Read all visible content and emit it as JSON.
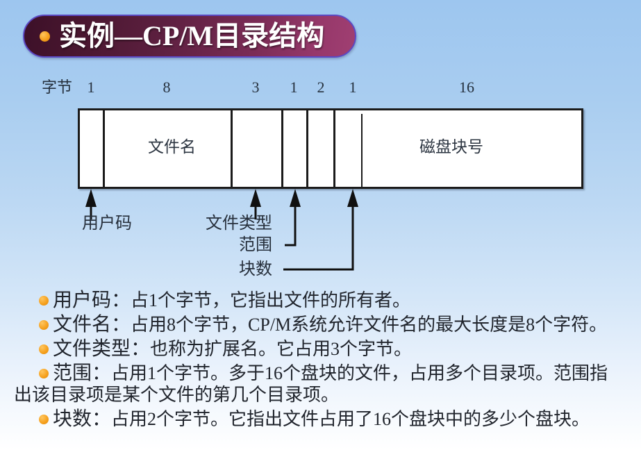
{
  "slide": {
    "title": "实例—CP/M目录结构",
    "title_bullet_icon": "orange-dot-icon",
    "background_top_color": "#9dc6ef",
    "background_bottom_color": "#ffffff",
    "title_pill_color": "#5d2040",
    "title_pill_border_color": "#5b49c4",
    "accent_color": "#f5a01d"
  },
  "diagram": {
    "ruler_caption": "字节",
    "byte_sizes": [
      "1",
      "8",
      "3",
      "1",
      "2",
      "1",
      "16"
    ],
    "cells": [
      {
        "label": "",
        "bytes": "1"
      },
      {
        "label": "文件名",
        "bytes": "8"
      },
      {
        "label": "",
        "bytes": "3"
      },
      {
        "label": "",
        "bytes": "1"
      },
      {
        "label": "",
        "bytes": "2"
      },
      {
        "label": "",
        "bytes": "1"
      },
      {
        "label": "磁盘块号",
        "bytes": "16"
      }
    ],
    "callouts": [
      {
        "name": "user-code",
        "label": "用户码"
      },
      {
        "name": "file-type",
        "label": "文件类型"
      },
      {
        "name": "extent",
        "label": "范围"
      },
      {
        "name": "block-count",
        "label": "块数"
      }
    ]
  },
  "bullets": [
    {
      "term": "用户码：",
      "desc": "占1个字节，它指出文件的所有者。",
      "continuation": ""
    },
    {
      "term": "文件名：",
      "desc": "占用8个字节，CP/M系统允许文件名的最大长度是8个字符。",
      "continuation": ""
    },
    {
      "term": "文件类型：",
      "desc": "也称为扩展名。它占用3个字节。",
      "continuation": ""
    },
    {
      "term": "范围：",
      "desc": "占用1个字节。多于16个盘块的文件，占用多个目录项。范围指",
      "continuation": "出该目录项是某个文件的第几个目录项。"
    },
    {
      "term": "块数：",
      "desc": "占用2个字节。它指出文件占用了16个盘块中的多少个盘块。",
      "continuation": ""
    }
  ]
}
